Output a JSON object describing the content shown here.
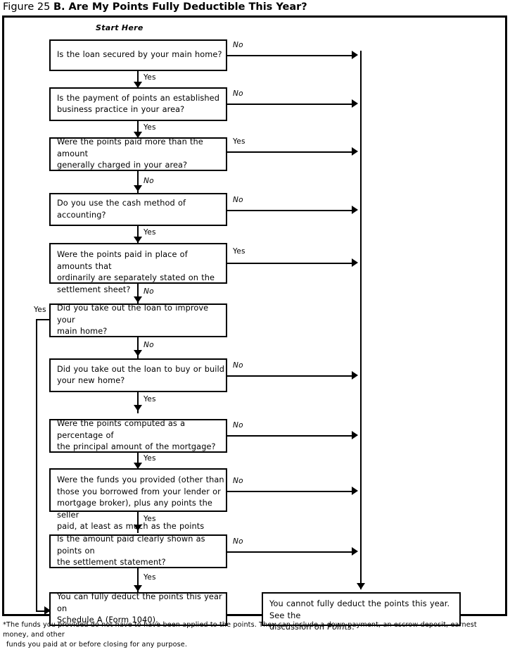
{
  "title": {
    "prefix": "Figure 25",
    "main": "B. Are My Points Fully Deductible This Year?"
  },
  "start_label": "Start Here",
  "nodes": [
    {
      "id": "q1",
      "text": "Is the loan secured by your main home?",
      "yes_label": "Yes",
      "no_label": "No",
      "exit_side_label": "No"
    },
    {
      "id": "q2",
      "text": "Is the payment of points an established\nbusiness practice in your area?",
      "yes_label": "Yes",
      "no_label": "No",
      "exit_side_label": "No"
    },
    {
      "id": "q3",
      "text": "Were the points paid more than the amount\ngenerally charged in your area?",
      "yes_label": "Yes",
      "no_label": "No",
      "exit_side_label": "Yes"
    },
    {
      "id": "q4",
      "text": "Do you use the cash method of accounting?",
      "yes_label": "Yes",
      "no_label": "No",
      "exit_side_label": "No"
    },
    {
      "id": "q5",
      "text": "Were the points paid in place of amounts that\nordinarily are separately stated on the\nsettlement sheet?",
      "yes_label": "Yes",
      "no_label": "No",
      "exit_side_label": "Yes"
    },
    {
      "id": "q6",
      "text": "Did you take out the loan to improve your\nmain home?",
      "yes_label": "Yes",
      "no_label": "No",
      "exit_side_label": "Yes"
    },
    {
      "id": "q7",
      "text": "Did you take out the loan to buy or build\nyour new home?",
      "yes_label": "Yes",
      "no_label": "No",
      "exit_side_label": "No"
    },
    {
      "id": "q8",
      "text": "Were the points computed as a percentage of\nthe principal amount of the mortgage?",
      "yes_label": "Yes",
      "no_label": "No",
      "exit_side_label": "No"
    },
    {
      "id": "q9",
      "text": "Were the funds you provided (other than\nthose you borrowed from  your lender or\nmortgage broker), plus any points the seller\npaid, at least as much as the points charged?*",
      "yes_label": "Yes",
      "no_label": "No",
      "exit_side_label": "No"
    },
    {
      "id": "q10",
      "text": "Is the amount paid clearly shown as points on\nthe settlement statement?",
      "yes_label": "Yes",
      "no_label": "No",
      "exit_side_label": "No"
    }
  ],
  "down_labels": {
    "q1_to_q2": "Yes",
    "q2_to_q3": "Yes",
    "q3_to_q4": "No",
    "q4_to_q5": "Yes",
    "q5_to_q6": "No",
    "q6_to_q7": "No",
    "q7_to_q8": "Yes",
    "q8_to_q9": "Yes",
    "q9_to_q10": "Yes",
    "q10_to_yes_outcome": "Yes"
  },
  "left_branch_label": "Yes",
  "outcomes": {
    "deductible": "You can fully deduct the points this year on\nSchedule A (Form 1040).",
    "not_deductible_part1": "You cannot fully deduct the points this year. See the",
    "not_deductible_part2_lead": "discussion on ",
    "not_deductible_italic": "Points",
    "not_deductible_tail": "."
  },
  "footnote": {
    "line1": "*The funds you provided do not have to have been applied to the points. They can include a down payment, an escrow deposit, earnest money, and other",
    "line2": "funds you paid at or before closing for any purpose."
  },
  "colors": {
    "ink": "#000000",
    "paper": "#ffffff"
  }
}
